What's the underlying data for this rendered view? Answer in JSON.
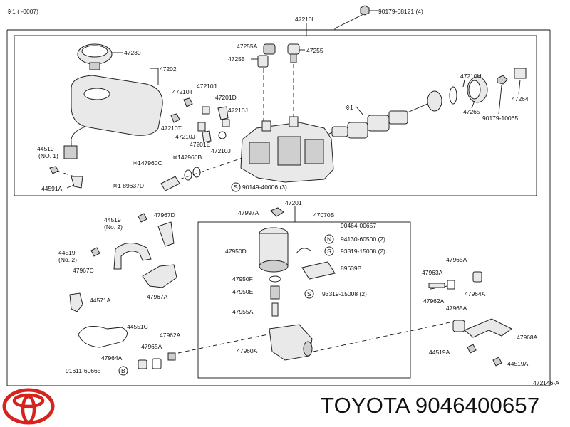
{
  "header_note": "※1 (      -0007)",
  "assembly_label": "47210L",
  "assembly_label_bottom": "47201",
  "sub_assembly_label": "47070B",
  "figure_code": "472146-A",
  "brand_text": "TOYOTA 9046400657",
  "labels": {
    "p47230": "47230",
    "p47202": "47202",
    "p44519_no1": "44519\n(NO. 1)",
    "p44591a": "44591A",
    "p47255a": "47255A",
    "p47255_left": "47255",
    "p47255_right": "47255",
    "p90179_08121": "90179-08121 (4)",
    "p47210j_1": "47210J",
    "p47210t_1": "47210T",
    "p47201d": "47201D",
    "p47210j_2": "47210J",
    "p47210t_2": "47210T",
    "p47210j_3": "47210J",
    "p47201e": "47201E",
    "p47210j_4": "47210J",
    "p147960c": "※147960C",
    "p147960b": "※147960B",
    "p189637d": "※1 89637D",
    "p90149": "90149-40006 (3)",
    "p_star1": "※1",
    "p47210h": "47210H",
    "p47264": "47264",
    "p47265": "47265",
    "p90179_10065": "90179-10065",
    "p44519_no2a": "44519\n(No. 2)",
    "p47967d": "47967D",
    "p44519_no2b": "44519\n(No. 2)",
    "p47967c": "47967C",
    "p47967a": "47967A",
    "p44571a": "44571A",
    "p44551c": "44551C",
    "p47962a_l": "47962A",
    "p47965a_l": "47965A",
    "p47964a_l": "47964A",
    "p91611": "91611-60665",
    "p47997a": "47997A",
    "p90464": "90464-00657",
    "p94130": "94130-60500 (2)",
    "p93319_a": "93319-15008 (2)",
    "p47950d": "47950D",
    "p89639b": "89639B",
    "p47950f": "47950F",
    "p47950e": "47950E",
    "p93319_b": "93319-15008 (2)",
    "p47955a": "47955A",
    "p47960a": "47960A",
    "p47965a_r1": "47965A",
    "p47963a": "47963A",
    "p47962a_r": "47962A",
    "p47964a_r": "47964A",
    "p47965a_r2": "47965A",
    "p47968a": "47968A",
    "p44519_r1": "44519A",
    "p44519_r2": "44519A"
  },
  "circle_marks": {
    "s": "S",
    "n": "N",
    "b": "B"
  }
}
